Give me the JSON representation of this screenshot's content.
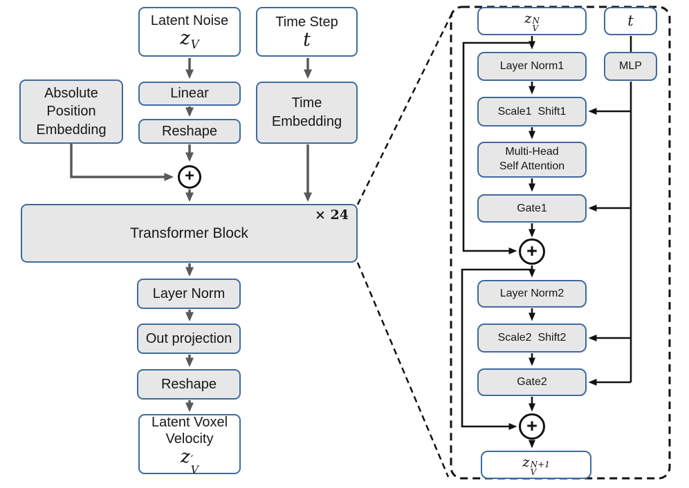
{
  "figure": {
    "description": "Diffusion transformer architecture diagram",
    "transformer_repeat_note": "× 24"
  },
  "colors": {
    "box_fill_gray": "#e8e7e7",
    "box_fill_white": "#ffffff",
    "box_border_blue": "#3e6a9e",
    "arrow_gray": "#595959",
    "line_black": "#111111",
    "text": "#171717"
  },
  "left": {
    "latent_noise": {
      "title": "Latent Noise",
      "math_base": "z",
      "math_sub": "V"
    },
    "time_step": {
      "title": "Time Step",
      "math": "t"
    },
    "absolute_position_embedding": "Absolute Position Embedding",
    "linear": "Linear",
    "reshape_in": "Reshape",
    "time_embedding": "Time Embedding",
    "plus": "+",
    "transformer_block": {
      "label": "Transformer Block",
      "multiplier": "× 24"
    },
    "layer_norm": "Layer Norm",
    "out_projection": "Out projection",
    "reshape_out": "Reshape",
    "latent_voxel_velocity": {
      "title": "Latent Voxel Velocity",
      "math_base": "z",
      "math_sup": "′",
      "math_sub": "V"
    }
  },
  "right": {
    "input": {
      "base": "z",
      "sup": "N",
      "sub": "V"
    },
    "time": {
      "math": "t"
    },
    "layer_norm1": "Layer Norm1",
    "mlp": "MLP",
    "scale1_shift1": "Scale1  Shift1",
    "multi_head_self_attention": {
      "line1": "Multi-Head",
      "line2": "Self Attention"
    },
    "gate1": "Gate1",
    "plus1": "+",
    "layer_norm2": "Layer Norm2",
    "scale2_shift2": "Scale2  Shift2",
    "gate2": "Gate2",
    "plus2": "+",
    "output": {
      "base": "z",
      "sup": "N+1",
      "sub": "V"
    }
  }
}
